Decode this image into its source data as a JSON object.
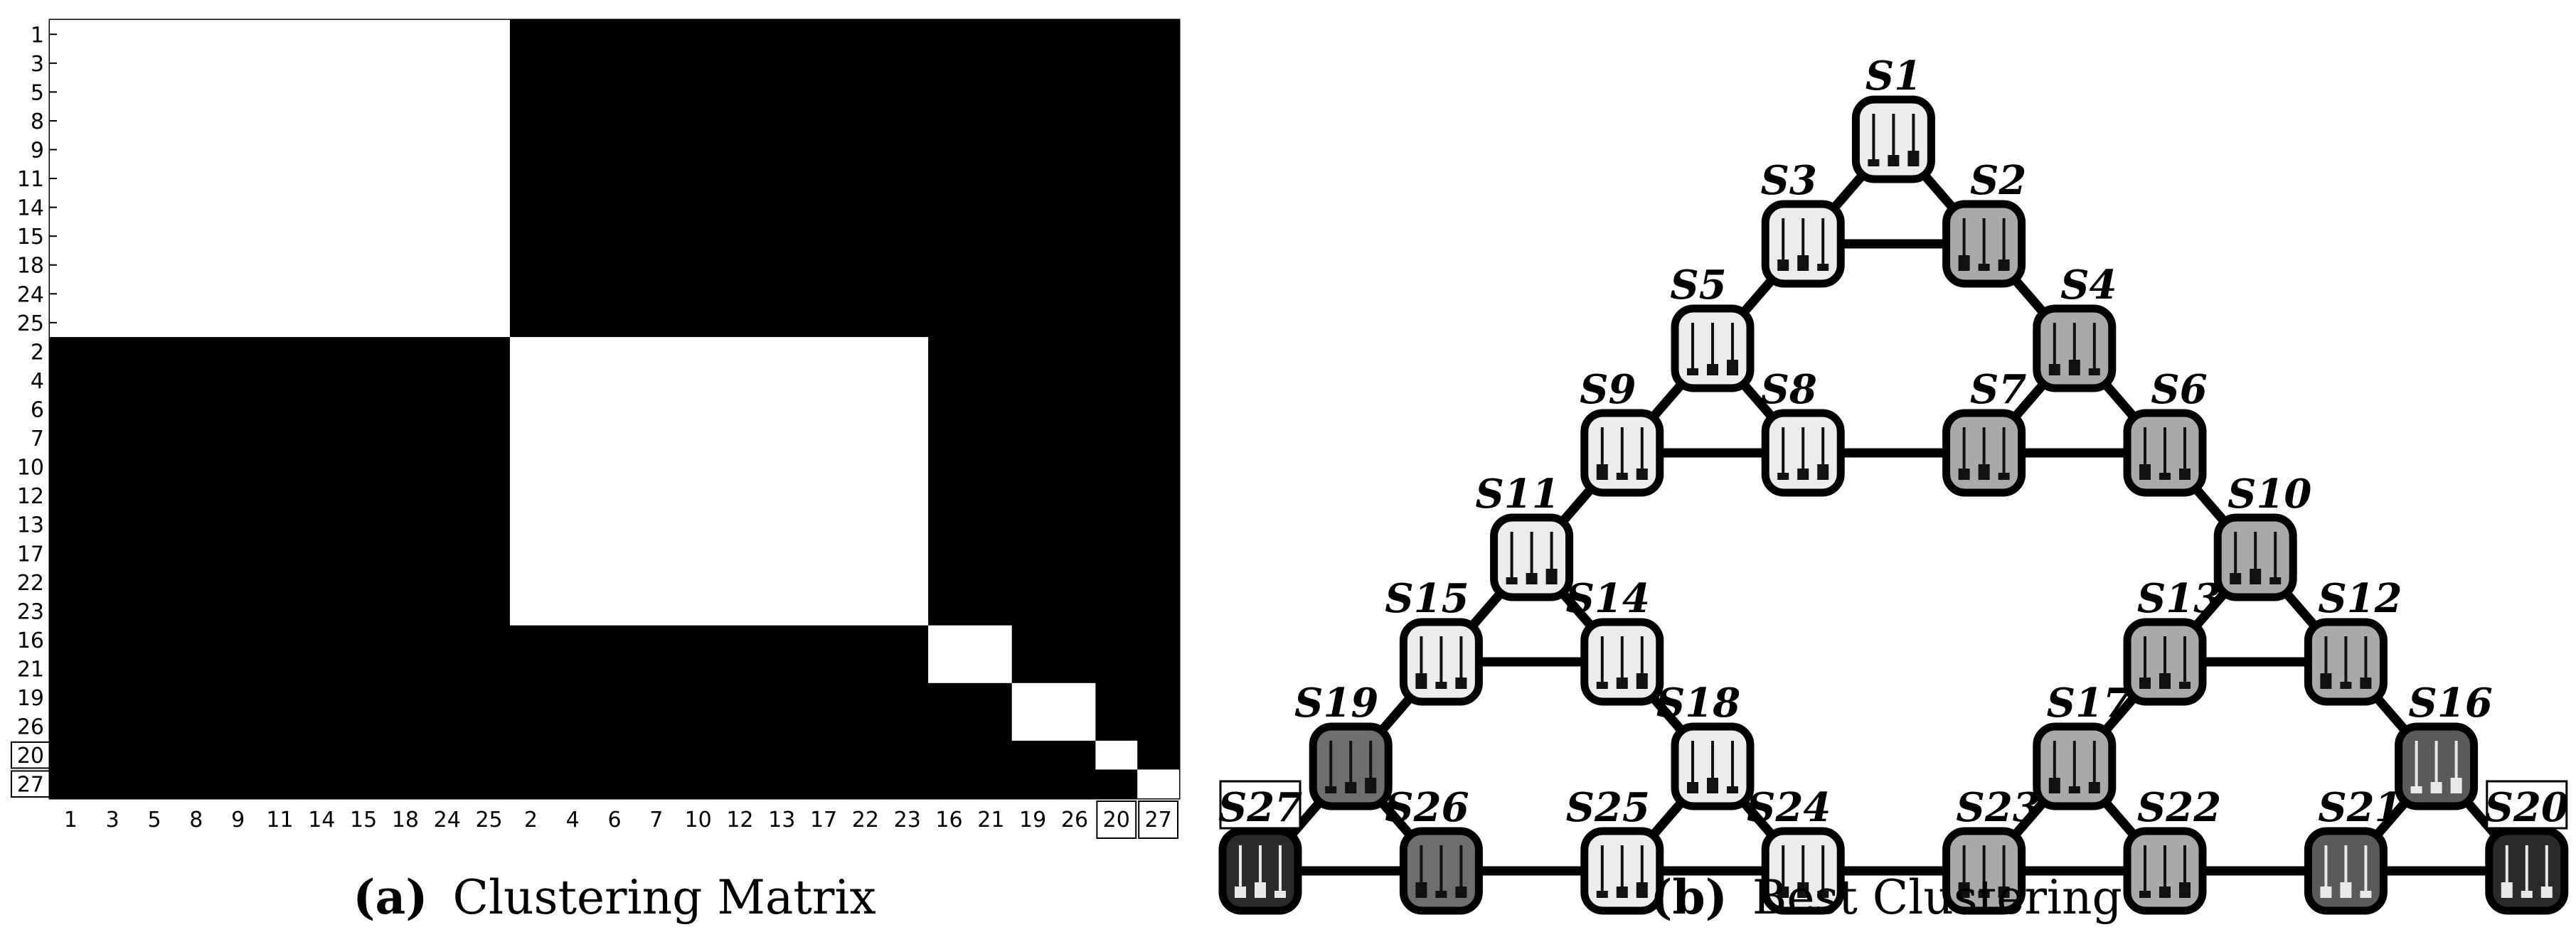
{
  "figure": {
    "left_panel": {
      "caption_tag": "(a)",
      "caption_text": "Clustering Matrix",
      "row_labels": [
        "1",
        "3",
        "5",
        "8",
        "9",
        "11",
        "14",
        "15",
        "18",
        "24",
        "25",
        "2",
        "4",
        "6",
        "7",
        "10",
        "12",
        "13",
        "17",
        "22",
        "23",
        "16",
        "21",
        "19",
        "26",
        "20",
        "27"
      ],
      "col_labels": [
        "1",
        "3",
        "5",
        "8",
        "9",
        "11",
        "14",
        "15",
        "18",
        "24",
        "25",
        "2",
        "4",
        "6",
        "7",
        "10",
        "12",
        "13",
        "17",
        "22",
        "23",
        "16",
        "21",
        "19",
        "26",
        "20",
        "27"
      ],
      "boxed_labels": [
        "20",
        "27"
      ],
      "cluster_sizes": [
        11,
        10,
        2,
        2,
        1,
        1
      ],
      "colors": {
        "same_cluster": "#ffffff",
        "different_cluster": "#000000"
      }
    },
    "right_panel": {
      "caption_tag": "(b)",
      "caption_text": "Best Clustering",
      "nodes": [
        {
          "id": "S1",
          "num": "1",
          "fill": "#ececec"
        },
        {
          "id": "S3",
          "num": "3",
          "fill": "#ececec"
        },
        {
          "id": "S2",
          "num": "2",
          "fill": "#a9a9a9"
        },
        {
          "id": "S5",
          "num": "5",
          "fill": "#ececec"
        },
        {
          "id": "S4",
          "num": "4",
          "fill": "#a9a9a9"
        },
        {
          "id": "S9",
          "num": "9",
          "fill": "#ececec"
        },
        {
          "id": "S8",
          "num": "8",
          "fill": "#ececec"
        },
        {
          "id": "S7",
          "num": "7",
          "fill": "#a9a9a9"
        },
        {
          "id": "S6",
          "num": "6",
          "fill": "#a9a9a9"
        },
        {
          "id": "S11",
          "num": "11",
          "fill": "#ececec"
        },
        {
          "id": "S10",
          "num": "10",
          "fill": "#a9a9a9"
        },
        {
          "id": "S15",
          "num": "15",
          "fill": "#ececec"
        },
        {
          "id": "S14",
          "num": "14",
          "fill": "#ececec"
        },
        {
          "id": "S13",
          "num": "13",
          "fill": "#a9a9a9"
        },
        {
          "id": "S12",
          "num": "12",
          "fill": "#a9a9a9"
        },
        {
          "id": "S19",
          "num": "19",
          "fill": "#6e6e6e"
        },
        {
          "id": "S18",
          "num": "18",
          "fill": "#ececec"
        },
        {
          "id": "S17",
          "num": "17",
          "fill": "#a9a9a9"
        },
        {
          "id": "S16",
          "num": "16",
          "fill": "#5a5a5a"
        },
        {
          "id": "S27",
          "num": "27",
          "fill": "#2a2a2a",
          "boxed": true
        },
        {
          "id": "S26",
          "num": "26",
          "fill": "#6e6e6e"
        },
        {
          "id": "S25",
          "num": "25",
          "fill": "#ececec"
        },
        {
          "id": "S24",
          "num": "24",
          "fill": "#ececec"
        },
        {
          "id": "S23",
          "num": "23",
          "fill": "#a9a9a9"
        },
        {
          "id": "S22",
          "num": "22",
          "fill": "#a9a9a9"
        },
        {
          "id": "S21",
          "num": "21",
          "fill": "#5a5a5a"
        },
        {
          "id": "S20",
          "num": "20",
          "fill": "#2a2a2a",
          "boxed": true
        }
      ],
      "edges": [
        [
          "S1",
          "S3"
        ],
        [
          "S1",
          "S2"
        ],
        [
          "S3",
          "S2"
        ],
        [
          "S3",
          "S5"
        ],
        [
          "S2",
          "S4"
        ],
        [
          "S5",
          "S9"
        ],
        [
          "S5",
          "S8"
        ],
        [
          "S4",
          "S7"
        ],
        [
          "S4",
          "S6"
        ],
        [
          "S9",
          "S8"
        ],
        [
          "S8",
          "S7"
        ],
        [
          "S7",
          "S6"
        ],
        [
          "S9",
          "S11"
        ],
        [
          "S6",
          "S10"
        ],
        [
          "S11",
          "S15"
        ],
        [
          "S11",
          "S14"
        ],
        [
          "S10",
          "S13"
        ],
        [
          "S10",
          "S12"
        ],
        [
          "S15",
          "S14"
        ],
        [
          "S13",
          "S12"
        ],
        [
          "S15",
          "S19"
        ],
        [
          "S14",
          "S18"
        ],
        [
          "S13",
          "S17"
        ],
        [
          "S12",
          "S16"
        ],
        [
          "S19",
          "S27"
        ],
        [
          "S19",
          "S26"
        ],
        [
          "S18",
          "S25"
        ],
        [
          "S18",
          "S24"
        ],
        [
          "S17",
          "S23"
        ],
        [
          "S17",
          "S22"
        ],
        [
          "S16",
          "S21"
        ],
        [
          "S16",
          "S20"
        ],
        [
          "S27",
          "S26"
        ],
        [
          "S26",
          "S25"
        ],
        [
          "S25",
          "S24"
        ],
        [
          "S24",
          "S23"
        ],
        [
          "S23",
          "S22"
        ],
        [
          "S22",
          "S21"
        ],
        [
          "S21",
          "S20"
        ]
      ]
    }
  }
}
